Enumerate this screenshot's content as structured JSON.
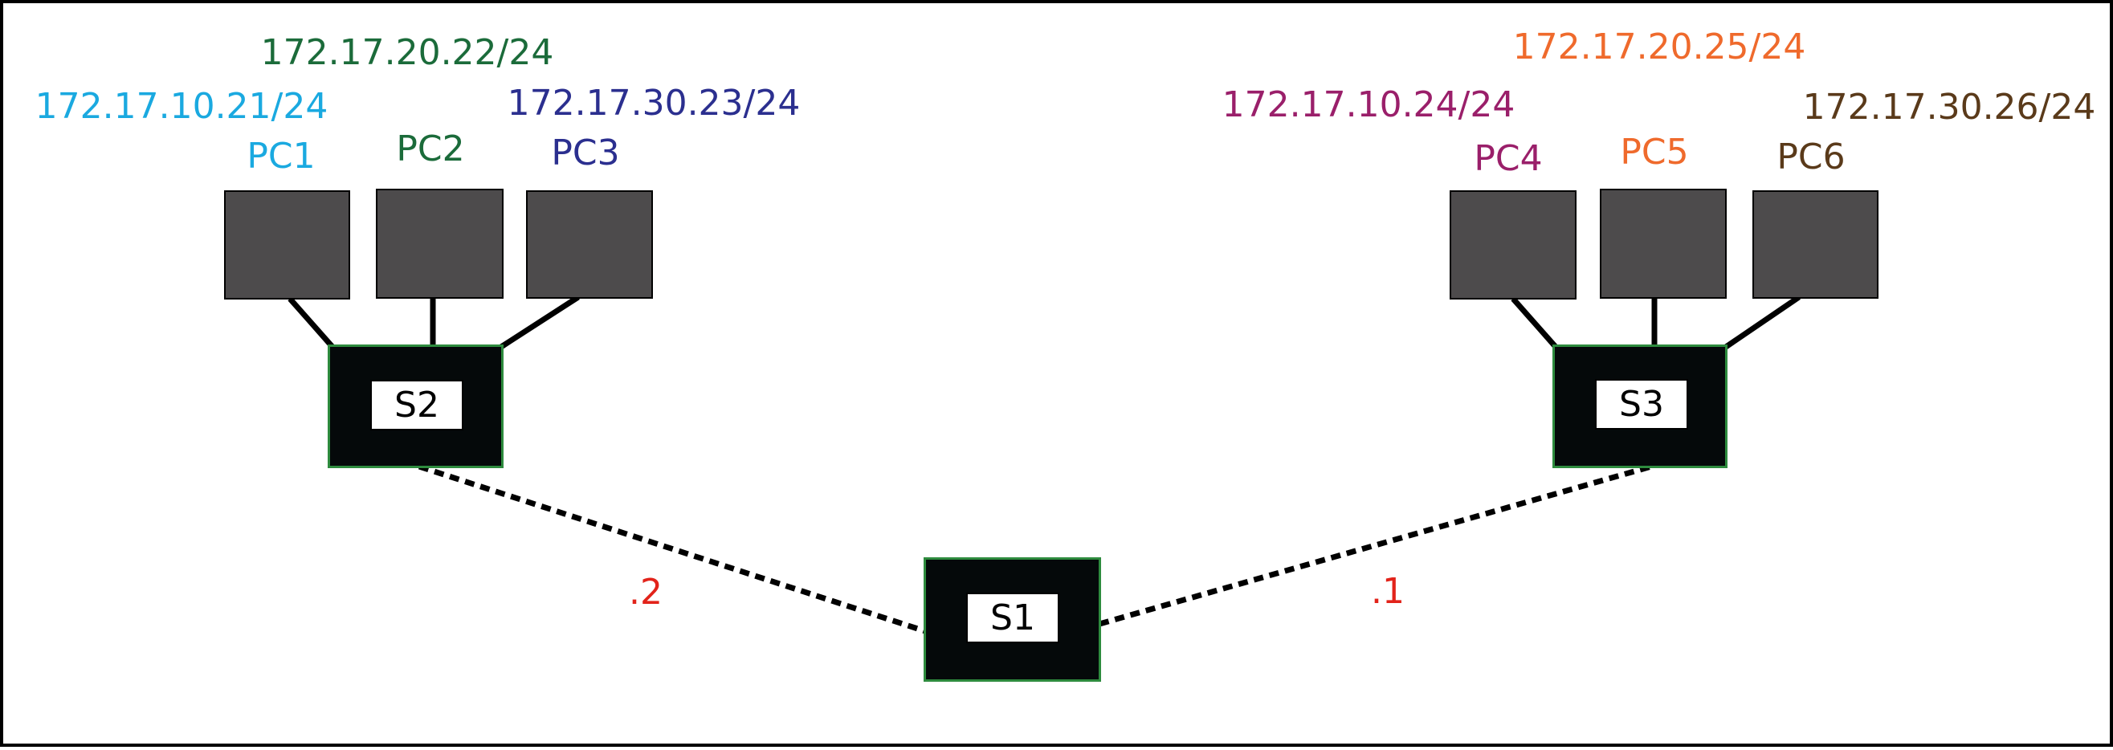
{
  "pcs": [
    {
      "name": "PC1",
      "ip": "172.17.10.21/24",
      "color": "#1aa9e0"
    },
    {
      "name": "PC2",
      "ip": "172.17.20.22/24",
      "color": "#1b6b3a"
    },
    {
      "name": "PC3",
      "ip": "172.17.30.23/24",
      "color": "#2b2f8f"
    },
    {
      "name": "PC4",
      "ip": "172.17.10.24/24",
      "color": "#9a1f6a"
    },
    {
      "name": "PC5",
      "ip": "172.17.20.25/24",
      "color": "#ef6a2c"
    },
    {
      "name": "PC6",
      "ip": "172.17.30.26/24",
      "color": "#5a3a1a"
    }
  ],
  "switches": [
    {
      "name": "S1"
    },
    {
      "name": "S2"
    },
    {
      "name": "S3"
    }
  ],
  "links": [
    {
      "label": ".2",
      "color": "#e2231a"
    },
    {
      "label": ".1",
      "color": "#e2231a"
    }
  ],
  "colors": {
    "pc_fill": "#4d4b4c",
    "switch_fill": "#05090a",
    "switch_border": "#2e8b3e",
    "link_line": "#000000"
  }
}
